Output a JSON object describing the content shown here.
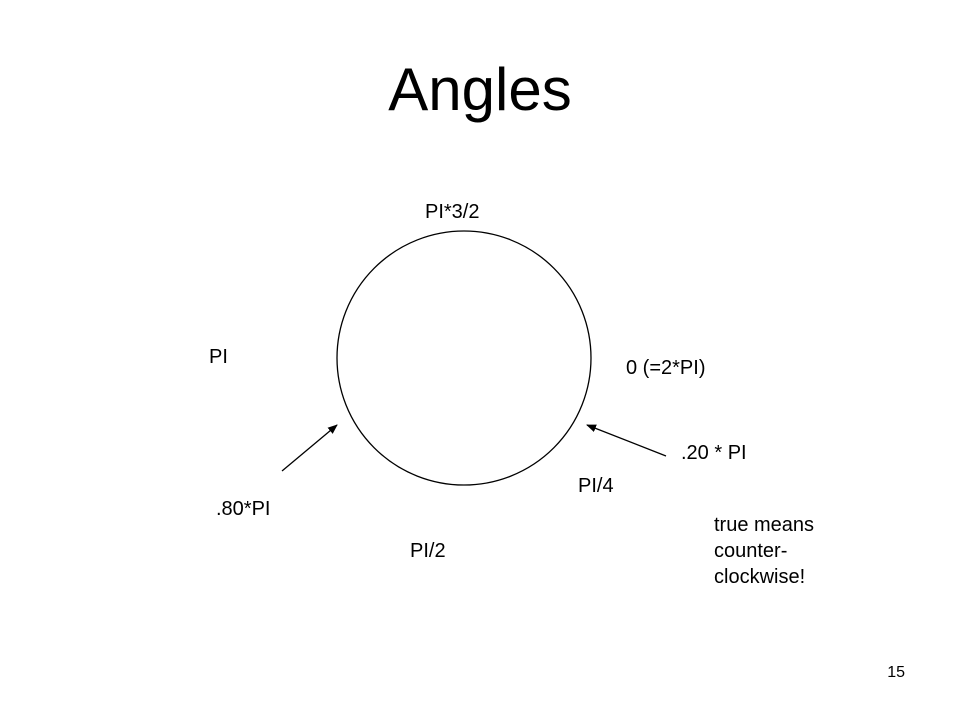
{
  "slide": {
    "title": "Angles",
    "page_number": "15"
  },
  "labels": {
    "top": "PI*3/2",
    "left": "PI",
    "right": "0 (=2*PI)",
    "arrow_right": ".20 * PI",
    "lower_right": "PI/4",
    "arrow_left": ".80*PI",
    "bottom": "PI/2"
  },
  "note": {
    "lines": [
      "true means",
      "counter-",
      "clockwise!"
    ]
  },
  "colors": {
    "stroke": "#000000",
    "background": "#ffffff"
  }
}
